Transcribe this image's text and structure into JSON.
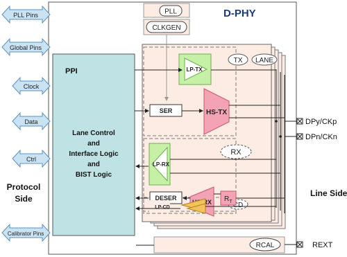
{
  "title": "D-PHY",
  "top_blocks": {
    "pll": "PLL",
    "clkgen": "CLKGEN"
  },
  "ppi": {
    "title": "PPI",
    "description_lines": [
      "Lane Control",
      "and",
      "Interface Logic",
      "and",
      "BIST Logic"
    ]
  },
  "left_pins": [
    "PLL Pins",
    "Global Pins",
    "Clock",
    "Data",
    "Ctrl",
    "Calibrator Pins"
  ],
  "side_labels": {
    "protocol_line1": "Protocol",
    "protocol_line2": "Side",
    "line": "Line Side"
  },
  "lane": {
    "tx_tag": "TX",
    "lane_tag": "LANE",
    "rx_tag": "RX",
    "cd_tag": "CD",
    "blocks": {
      "lp_tx": "LP-TX",
      "ser": "SER",
      "hs_tx": "HS-TX",
      "lp_rx": "LP-RX",
      "deser": "DESER",
      "hs_rx": "HS-RX",
      "rt": "R",
      "rt_sub": "T",
      "lp_cd": "LP-CD"
    }
  },
  "rcal": "RCAL",
  "outputs": {
    "dp": "DPy/CKp",
    "dn": "DPn/CKn",
    "rext": "REXT"
  },
  "colors": {
    "ppi_fill": "#bfe3e5",
    "pin_arrow_fill": "#c9e3f3",
    "pin_arrow_stroke": "#5a8fc0",
    "lp_fill": "#c5f0a6",
    "lp_stroke": "#6ab04c",
    "hs_fill": "#f4a3b4",
    "hs_stroke": "#c8546c",
    "cd_fill": "#f4c25a",
    "block_fill": "#fdece4",
    "title_color": "#1a3a7a"
  }
}
